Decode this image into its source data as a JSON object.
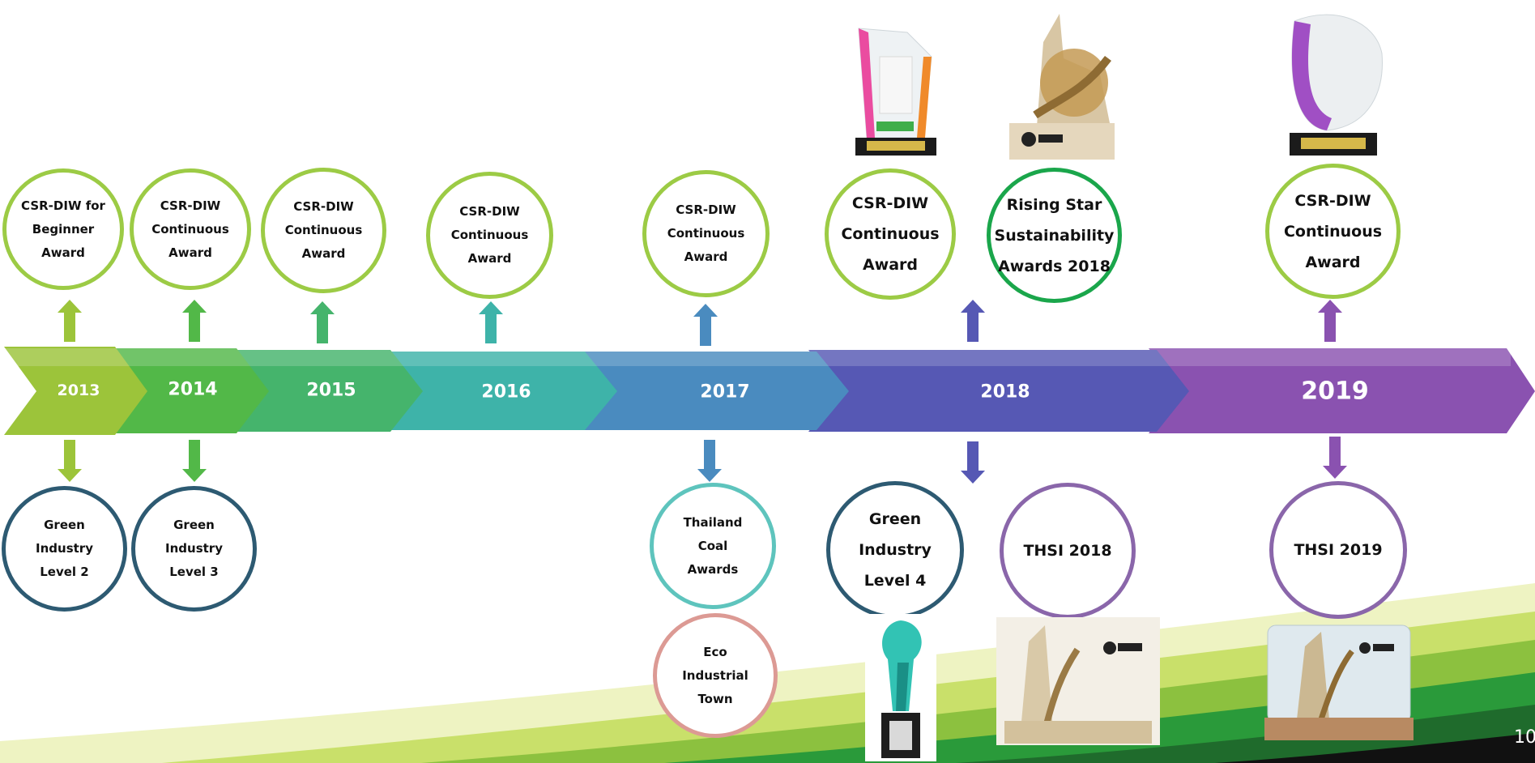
{
  "timeline": {
    "years": [
      "2013",
      "2014",
      "2015",
      "2016",
      "2017",
      "2018",
      "2019"
    ]
  },
  "awards_top": [
    {
      "text": "CSR-DIW  for\nBeginner\nAward"
    },
    {
      "text": "CSR-DIW\nContinuous\nAward"
    },
    {
      "text": "CSR-DIW\nContinuous\nAward"
    },
    {
      "text": "CSR-DIW\nContinuous\nAward"
    },
    {
      "text": "CSR-DIW\nContinuous\nAward"
    },
    {
      "text": "CSR-DIW\nContinuous\nAward"
    },
    {
      "text": "Rising  Star\nSustainability\nAwards 2018"
    },
    {
      "text": "CSR-DIW\nContinuous\nAward"
    }
  ],
  "awards_bottom": [
    {
      "text": "Green\nIndustry\nLevel  2"
    },
    {
      "text": "Green\nIndustry\nLevel  3"
    },
    {
      "text": "Thailand\nCoal\nAwards"
    },
    {
      "text": "Eco\nIndustrial\nTown"
    },
    {
      "text": "Green\nIndustry\nLevel  4"
    },
    {
      "text": "THSI  2018"
    },
    {
      "text": "THSI  2019"
    }
  ],
  "colors": {
    "y2013": "#9cc43a",
    "y2014": "#52b848",
    "y2015": "#45b46c",
    "y2016": "#3eb3a9",
    "y2017": "#4a8bbf",
    "y2018": "#5658b4",
    "y2019": "#8a52b0",
    "ring_green": "#9ccb45",
    "ring_dark_green": "#1aa64b",
    "ring_navy": "#2d5a72",
    "ring_teal": "#5ec4bd",
    "ring_pink": "#dc9a94",
    "ring_purple": "#8a66aa"
  },
  "icons": [
    "trophy-csr-diw-2018",
    "trophy-set-rising-star",
    "trophy-csr-diw-2019",
    "trophy-green-industry",
    "trophy-thsi-2018",
    "trophy-thsi-2019"
  ],
  "page": {
    "number": "10"
  }
}
